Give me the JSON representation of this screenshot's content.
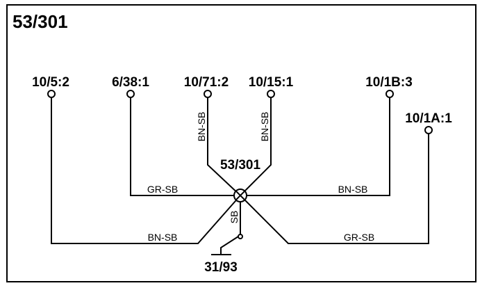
{
  "title": "53/301",
  "splice": {
    "label": "53/301"
  },
  "connectors": [
    {
      "id": "c1",
      "label": "10/5:2"
    },
    {
      "id": "c2",
      "label": "6/38:1"
    },
    {
      "id": "c3",
      "label": "10/71:2"
    },
    {
      "id": "c4",
      "label": "10/15:1"
    },
    {
      "id": "c5",
      "label": "10/1B:3"
    },
    {
      "id": "c6",
      "label": "10/1A:1"
    }
  ],
  "ground": {
    "label": "31/93"
  },
  "wires": [
    {
      "id": "w1",
      "color": "BN-SB"
    },
    {
      "id": "w2",
      "color": "GR-SB"
    },
    {
      "id": "w3",
      "color": "BN-SB"
    },
    {
      "id": "w4",
      "color": "BN-SB"
    },
    {
      "id": "w5",
      "color": "BN-SB"
    },
    {
      "id": "w6",
      "color": "GR-SB"
    },
    {
      "id": "w7",
      "color": "SB"
    }
  ]
}
